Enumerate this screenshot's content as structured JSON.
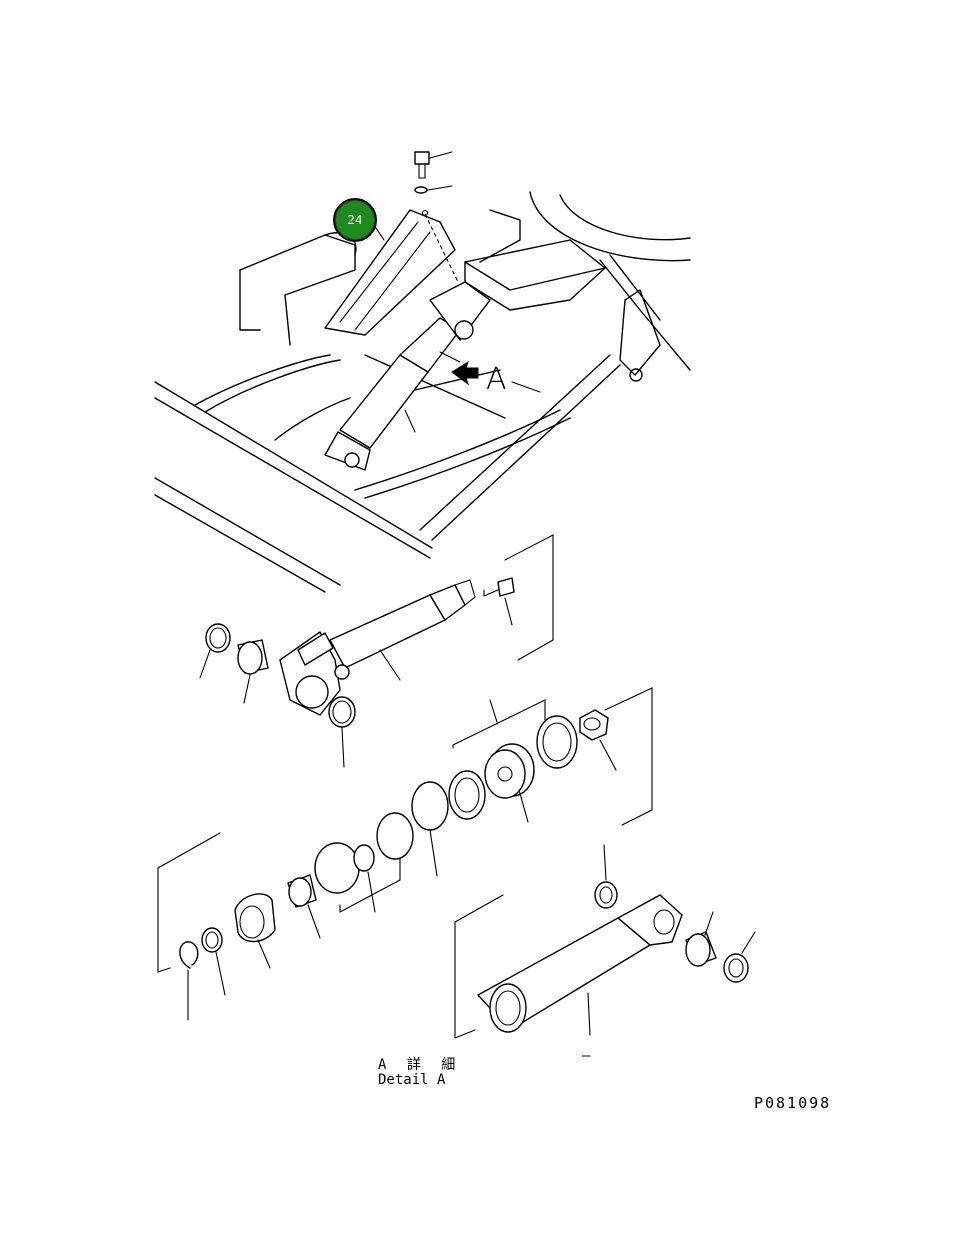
{
  "callout": {
    "number": "24",
    "color": "#1e8a1e"
  },
  "labels": {
    "view_arrow": "A",
    "detail_title_jp": "A 詳 細",
    "detail_title_en": "Detail A",
    "dash_mark": "–",
    "drawing_code": "P081098"
  },
  "icons": {
    "view_arrow": "view-direction-arrow-icon"
  }
}
